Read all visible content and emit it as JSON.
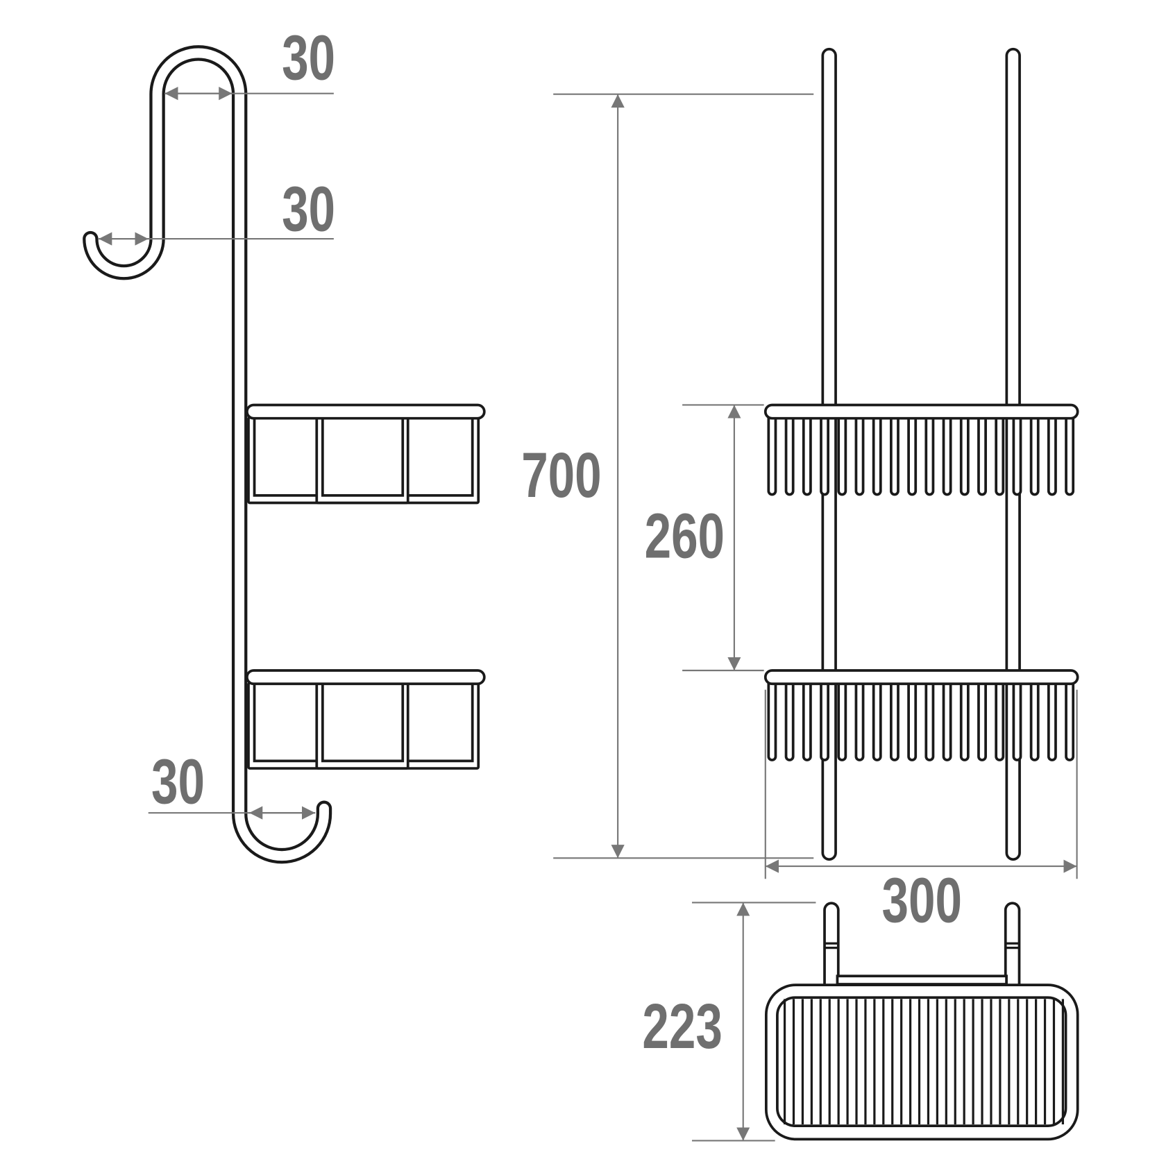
{
  "dimensions": {
    "hook_top_width": "30",
    "hook_upper_gap": "30",
    "hook_bottom_width": "30",
    "total_height": "700",
    "shelf_spacing": "260",
    "width": "300",
    "depth": "223"
  },
  "colors": {
    "line": "#1a1a1a",
    "dimension": "#777777",
    "label": "#6f6f6f"
  }
}
